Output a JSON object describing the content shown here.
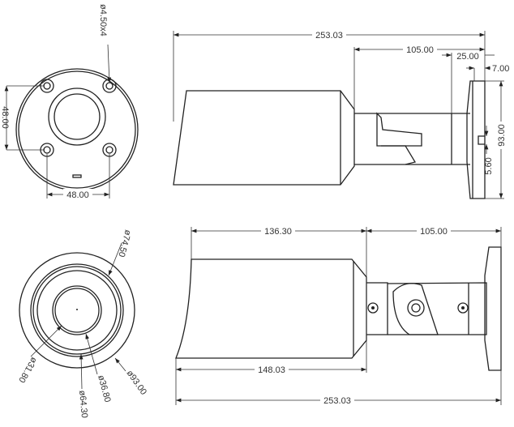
{
  "title": "Bullet camera dimension drawing",
  "rear_view": {
    "hole_spacing_v": "48.00",
    "hole_spacing_h": "48.00",
    "hole_dia": "ø4.50x4"
  },
  "front_view": {
    "d1": "ø74.50",
    "d2": "ø31.80",
    "d3": "ø36.80",
    "d4": "ø64.30",
    "d5": "ø93.00"
  },
  "side_view": {
    "total": "253.03",
    "arm": "105.00",
    "bracket": "25.00",
    "plate": "7.00",
    "plate_h": "93.00",
    "slot": "5.60"
  },
  "top_view": {
    "body": "136.30",
    "arm": "105.00",
    "housing": "148.03",
    "total": "253.03"
  }
}
